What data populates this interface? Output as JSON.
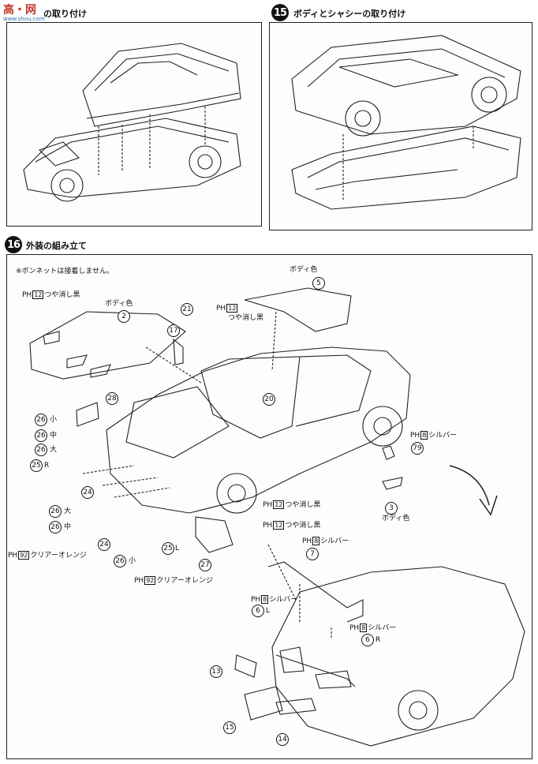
{
  "watermark": {
    "main": "高・网",
    "sub": "www.shou.com"
  },
  "step14": {
    "title_suffix": "の取り付け"
  },
  "step15": {
    "number": "15",
    "title": "ボディとシャシーの取り付け"
  },
  "step16": {
    "number": "16",
    "title": "外装の組み立て",
    "note": "※ボンネットは接着しません。"
  },
  "labels": {
    "body_color": "ボディ色",
    "flat_black": "つや消し黒",
    "silver": "シルバー",
    "clear_orange": "クリアーオレンジ",
    "small": "小",
    "medium": "中",
    "large": "大",
    "L": "L",
    "R": "R"
  },
  "paint": {
    "ph": "PH",
    "n12": "12",
    "n8": "8",
    "n92": "92"
  },
  "parts": {
    "p2": "2",
    "p3": "3",
    "p5": "5",
    "p6": "6",
    "p7": "7",
    "p13": "13",
    "p14": "14",
    "p15": "15",
    "p17": "17",
    "p20": "20",
    "p21": "21",
    "p24": "24",
    "p25": "25",
    "p26": "26",
    "p27": "27",
    "p28": "28",
    "p79": "79"
  }
}
